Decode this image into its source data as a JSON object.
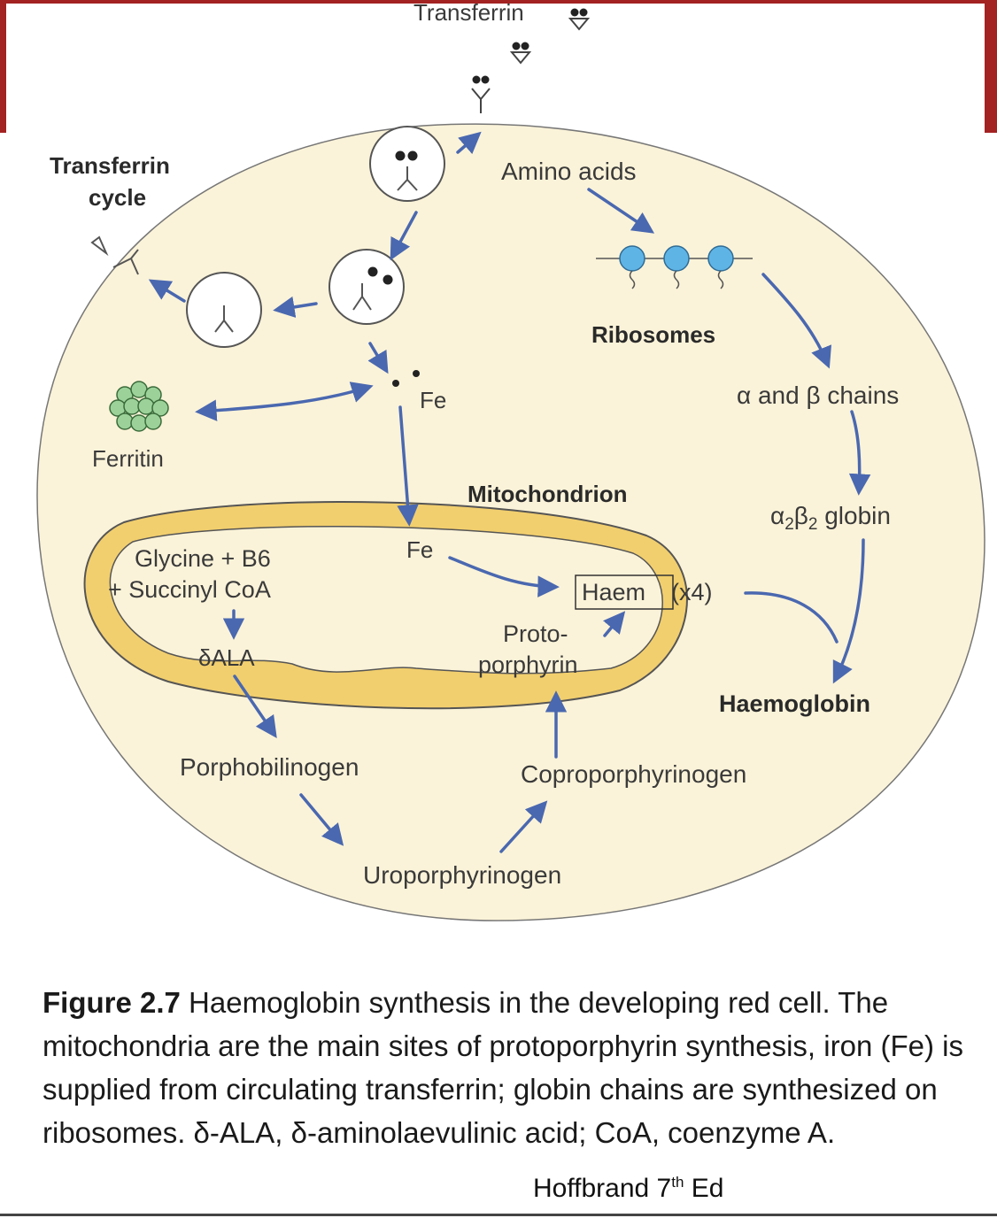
{
  "colors": {
    "cell_fill": "#fbf3d9",
    "mito_fill": "#f2cf6e",
    "arrow": "#4a68b0",
    "ribosome": "#5fb4e6",
    "frame_red": "#a32222"
  },
  "labels": {
    "transferrin": "Transferrin",
    "transferrin_cycle_1": "Transferrin",
    "transferrin_cycle_2": "cycle",
    "ferritin": "Ferritin",
    "fe_top": "Fe",
    "fe_mito": "Fe",
    "amino_acids": "Amino acids",
    "ribosomes": "Ribosomes",
    "alpha_beta_chains": "α and β chains",
    "globin_a": "α",
    "globin_sub1": "2",
    "globin_b": "β",
    "globin_sub2": "2",
    "globin_word": " globin",
    "mitochondrion": "Mitochondrion",
    "glycine_1": "Glycine + B6",
    "glycine_2": "+ Succinyl CoA",
    "ala": "δALA",
    "haem": "Haem",
    "haem_count": "(x4)",
    "proto_1": "Proto-",
    "proto_2": "porphyrin",
    "haemoglobin": "Haemoglobin",
    "porphobilinogen": "Porphobilinogen",
    "coproporphyrinogen": "Coproporphyrinogen",
    "uroporphyrinogen": "Uroporphyrinogen"
  },
  "caption": {
    "figure_number": "Figure 2.7",
    "text": " Haemoglobin synthesis in the developing red cell. The mitochondria are the main sites of protoporphyrin synthesis, iron (Fe) is supplied from circulating transferrin; globin chains are synthesized on ribosomes. δ-ALA, δ-aminolaevulinic acid; CoA, coenzyme A."
  },
  "credit": {
    "author": "Hoffbrand 7",
    "superscript": "th",
    "suffix": " Ed"
  }
}
